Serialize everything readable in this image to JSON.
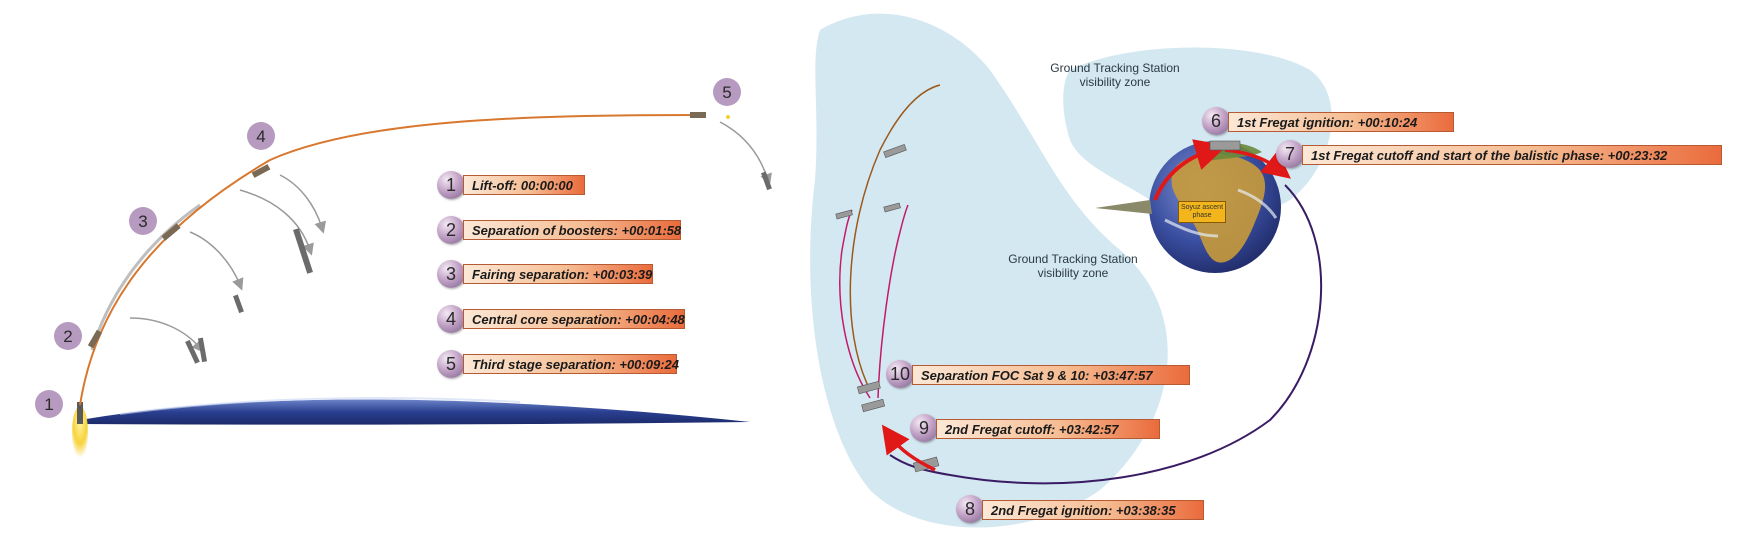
{
  "zones": {
    "upper": [
      "Ground Tracking Station",
      "visibility zone"
    ],
    "lower": [
      "Ground Tracking Station",
      "visibility zone"
    ]
  },
  "ascent_tag": [
    "Soyuz ascent",
    "phase"
  ],
  "trajectory_markers": [
    "1",
    "2",
    "3",
    "4",
    "5"
  ],
  "events": [
    {
      "num": "1",
      "label": "Lift-off: 00:00:00"
    },
    {
      "num": "2",
      "label": "Separation of boosters: +00:01:58"
    },
    {
      "num": "3",
      "label": "Fairing separation: +00:03:39"
    },
    {
      "num": "4",
      "label": "Central core separation: +00:04:48"
    },
    {
      "num": "5",
      "label": "Third stage separation: +00:09:24"
    },
    {
      "num": "6",
      "label": "1st Fregat ignition: +00:10:24"
    },
    {
      "num": "7",
      "label": "1st Fregat cutoff and start of the balistic phase: +00:23:32"
    },
    {
      "num": "8",
      "label": "2nd Fregat ignition: +03:38:35"
    },
    {
      "num": "9",
      "label": "2nd Fregat cutoff: +03:42:57"
    },
    {
      "num": "10",
      "label": "Separation FOC Sat 9 & 10: +03:47:57"
    }
  ],
  "colors": {
    "trajectory": "#d8782f",
    "orbit": "#3a1c64",
    "thrust_arrow": "#e01818",
    "zone_fill": "#cde4ee",
    "earth_ocean": "#3a4ea0",
    "satellite_trail_magenta": "#c21a6a",
    "satellite_trail_brown": "#9a5a1c"
  }
}
